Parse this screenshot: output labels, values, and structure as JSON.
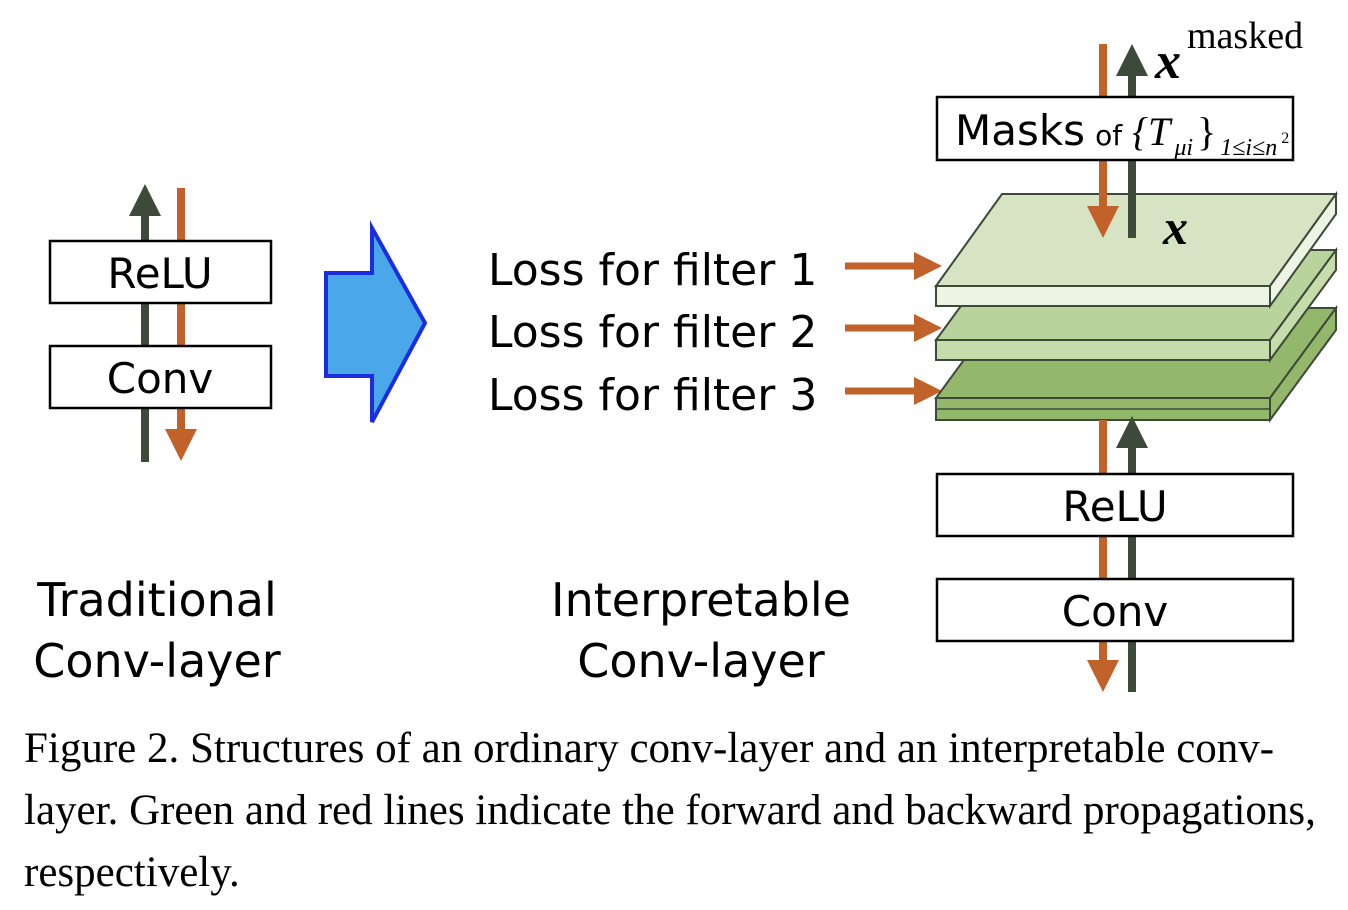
{
  "traditional": {
    "relu_label": "ReLU",
    "conv_label": "Conv",
    "title_line1": "Traditional",
    "title_line2": "Conv-layer"
  },
  "interpretable": {
    "loss_labels": [
      "Loss for filter 1",
      "Loss for filter 2",
      "Loss for filter 3"
    ],
    "mask_label_main": "Masks",
    "mask_label_of": "of",
    "mask_label_set": "{T",
    "mask_label_sub": "μi",
    "mask_label_close": "}",
    "mask_label_range": "1≤i≤n",
    "mask_label_sup": "2",
    "x_label": "x",
    "x_masked_label": "x",
    "x_masked_sup": "masked",
    "relu_label": "ReLU",
    "conv_label": "Conv",
    "title_line1": "Interpretable",
    "title_line2": "Conv-layer"
  },
  "caption": "Figure 2. Structures of an ordinary conv-layer and an interpretable conv-layer. Green and red lines indicate the forward and backward propagations, respectively.",
  "colors": {
    "forward": "#3d4a3a",
    "backward": "#c0622a",
    "arrow_fill": "#4aa8ea",
    "arrow_stroke": "#1a2ee0",
    "layer_light": "#d7e4c4",
    "layer_mid": "#b9d39c",
    "layer_dark": "#93b86b"
  }
}
